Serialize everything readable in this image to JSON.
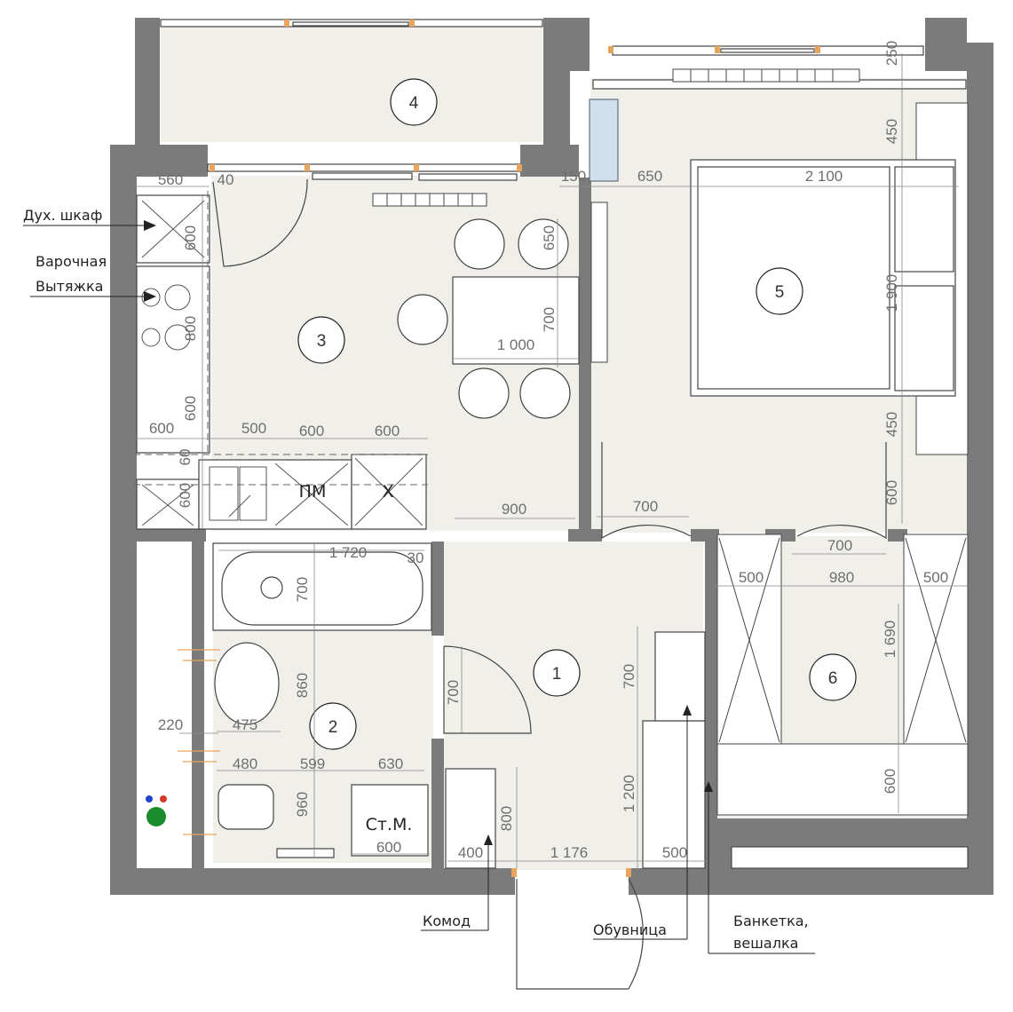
{
  "rooms": {
    "r1": "1",
    "r2": "2",
    "r3": "3",
    "r4": "4",
    "r5": "5",
    "r6": "6"
  },
  "callouts": {
    "oven": "Дух. шкаф",
    "hob": "Варочная",
    "hood": "Вытяжка",
    "dresser": "Комод",
    "shoe_cabinet": "Обувница",
    "bench_line1": "Банкетка,",
    "bench_line2": "вешалка"
  },
  "appliances": {
    "dishwasher": "ПМ",
    "fridge": "Х",
    "washer": "Ст.М."
  },
  "dimensions": {
    "d560": "560",
    "d40": "40",
    "d150": "150",
    "d650_top": "650",
    "d2100": "2 100",
    "d250": "250",
    "d450_top": "450",
    "d1900": "1 900",
    "d450_mid": "450",
    "d600_right": "600",
    "d600_oven": "600",
    "d800_hob": "800",
    "d600_lower": "600",
    "d650_table": "650",
    "d700_table": "700",
    "d1000": "1 000",
    "d600_l": "600",
    "d500": "500",
    "d600_m1": "600",
    "d600_m2": "600",
    "d60": "60",
    "d600_sink": "600",
    "d900": "900",
    "d700_door3": "700",
    "d700_door5": "700",
    "d1720": "1 720",
    "d30": "30",
    "d700_bath": "700",
    "d860": "860",
    "d475": "475",
    "d220": "220",
    "d480": "480",
    "d599": "599",
    "d630": "630",
    "d960": "960",
    "d600_wm": "600",
    "d700_door2": "700",
    "d700_hall": "700",
    "d1200": "1 200",
    "d800_hall": "800",
    "d400": "400",
    "d1176": "1 176",
    "d500_hall": "500",
    "d500_w1": "500",
    "d980": "980",
    "d500_w2": "500",
    "d1690": "1 690",
    "d600_w": "600"
  }
}
